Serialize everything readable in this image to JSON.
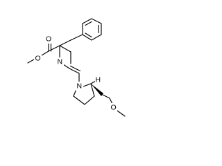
{
  "molecule": {
    "atoms": {
      "ester_carbonyl_o": "O",
      "ester_ether_o": "O",
      "imine_n": "N",
      "pyrrolidine_n": "N",
      "stereo_h": "H",
      "methoxy_o": "O"
    }
  }
}
